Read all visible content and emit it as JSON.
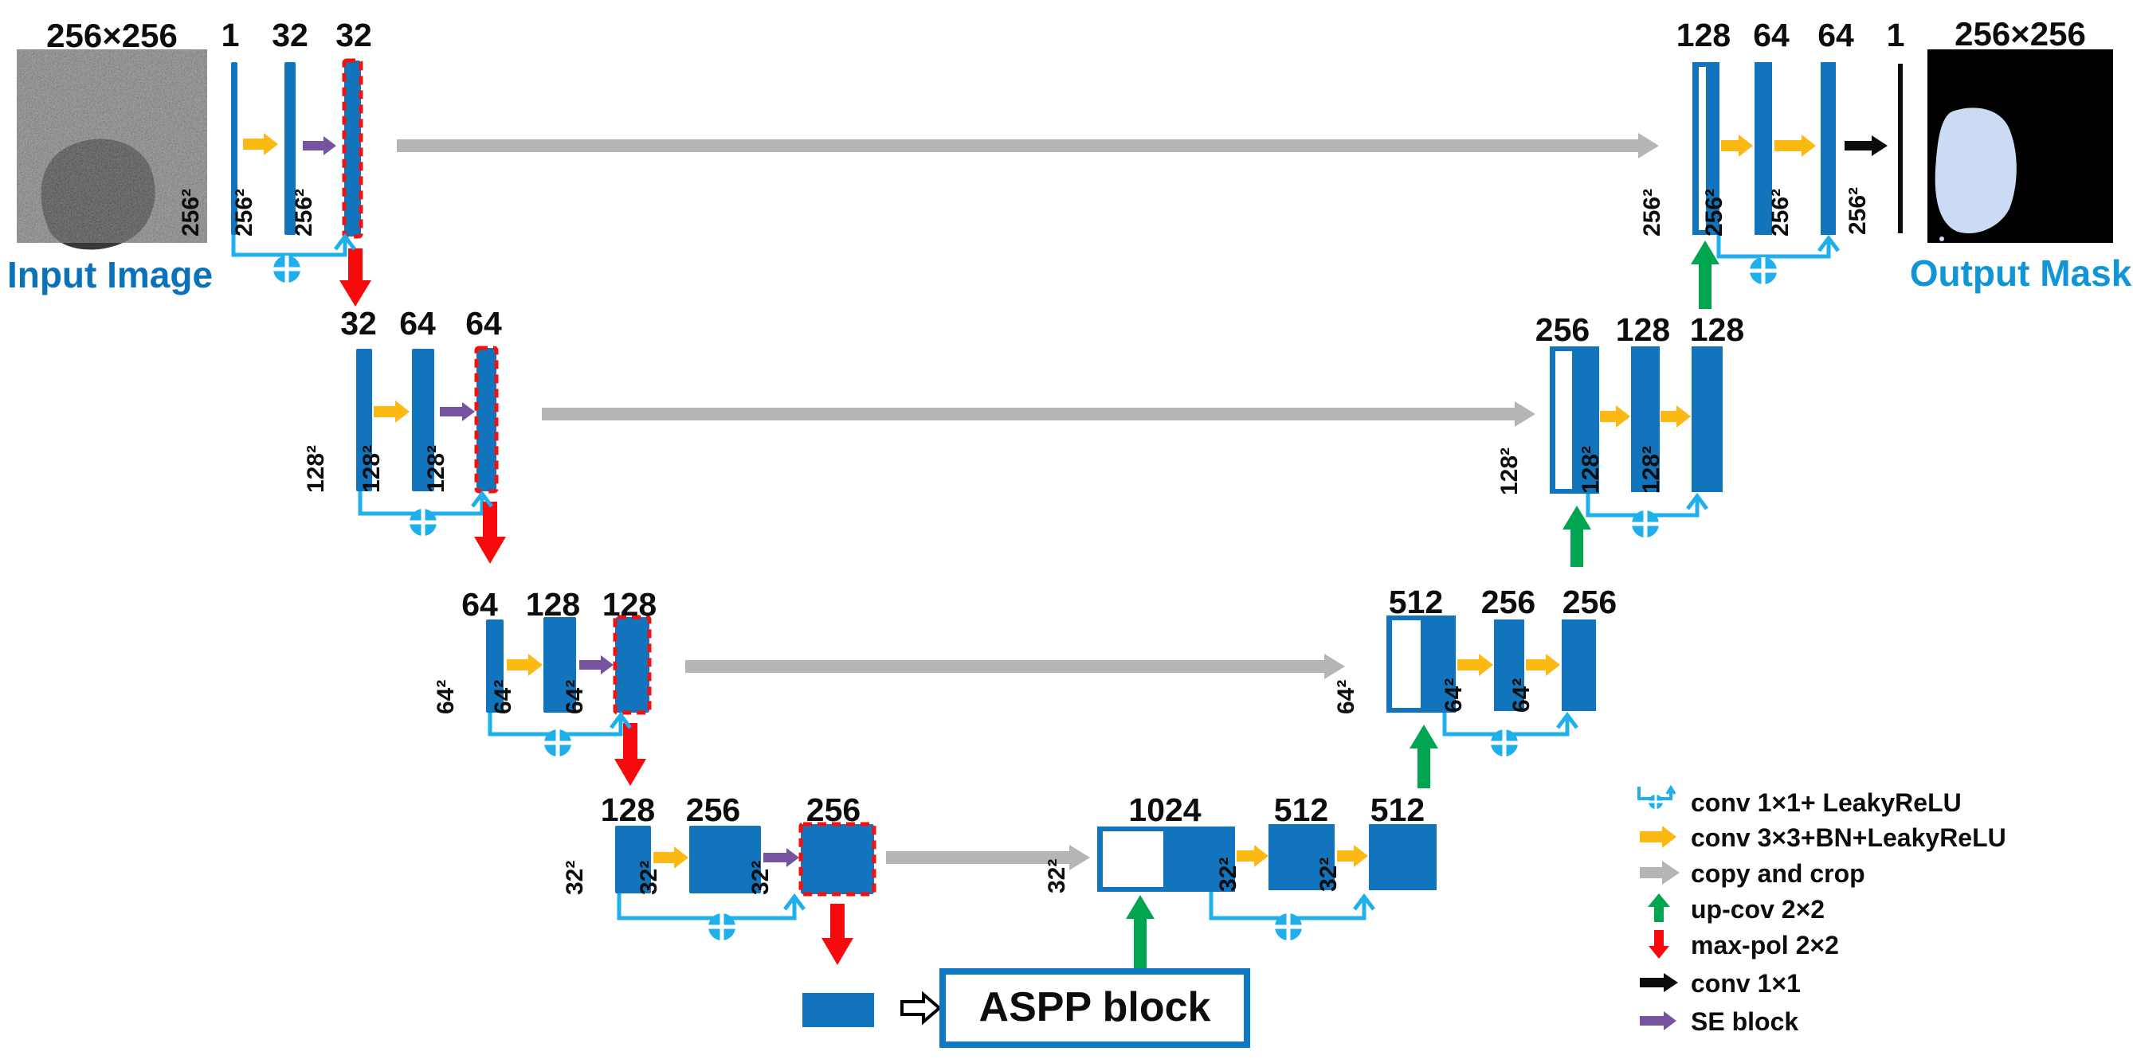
{
  "figure": {
    "type": "U-Net encoder-decoder architecture with ASPP and SE blocks"
  },
  "input": {
    "size_label": "256×256",
    "caption": "Input Image"
  },
  "output": {
    "size_label": "256×256",
    "caption": "Output Mask"
  },
  "aspp": {
    "label": "ASPP block"
  },
  "encoder": [
    {
      "res": "256²",
      "channels": [
        "1",
        "32",
        "32"
      ]
    },
    {
      "res": "128²",
      "channels": [
        "32",
        "64",
        "64"
      ]
    },
    {
      "res": "64²",
      "channels": [
        "64",
        "128",
        "128"
      ]
    },
    {
      "res": "32²",
      "channels": [
        "128",
        "256",
        "256"
      ]
    }
  ],
  "bottleneck": {
    "res": "32²",
    "channels": [
      "1024",
      "512",
      "512"
    ]
  },
  "decoder": [
    {
      "res": "64²",
      "channels": [
        "512",
        "256",
        "256"
      ]
    },
    {
      "res": "128²",
      "channels": [
        "256",
        "128",
        "128"
      ]
    },
    {
      "res": "256²",
      "channels": [
        "128",
        "64",
        "64"
      ],
      "output_channel": "1",
      "output_res": "256²"
    }
  ],
  "legend": [
    {
      "icon": "skip-concat-icon",
      "label": "conv 1×1+ LeakyReLU"
    },
    {
      "icon": "yellow-arrow-icon",
      "label": "conv 3×3+BN+LeakyReLU"
    },
    {
      "icon": "gray-arrow-icon",
      "label": "copy and crop"
    },
    {
      "icon": "green-up-arrow-icon",
      "label": "up-cov 2×2"
    },
    {
      "icon": "red-down-arrow-icon",
      "label": "max-pol 2×2"
    },
    {
      "icon": "black-arrow-icon",
      "label": "conv 1×1"
    },
    {
      "icon": "purple-arrow-icon",
      "label": "SE block"
    }
  ],
  "colors": {
    "feature_bar_blue": "#1274bd",
    "skip_cyan": "#1fb0ec",
    "conv_yellow": "#fcb813",
    "se_purple": "#75539e",
    "upconv_green": "#00a550",
    "maxpool_red": "#f60a0b",
    "copy_gray": "#b5b5b5",
    "dashed_red_border": "#f5100e",
    "input_caption_blue": "#0b72ba",
    "output_caption_blue": "#1095d6",
    "aspp_border_blue": "#0e79c2"
  }
}
